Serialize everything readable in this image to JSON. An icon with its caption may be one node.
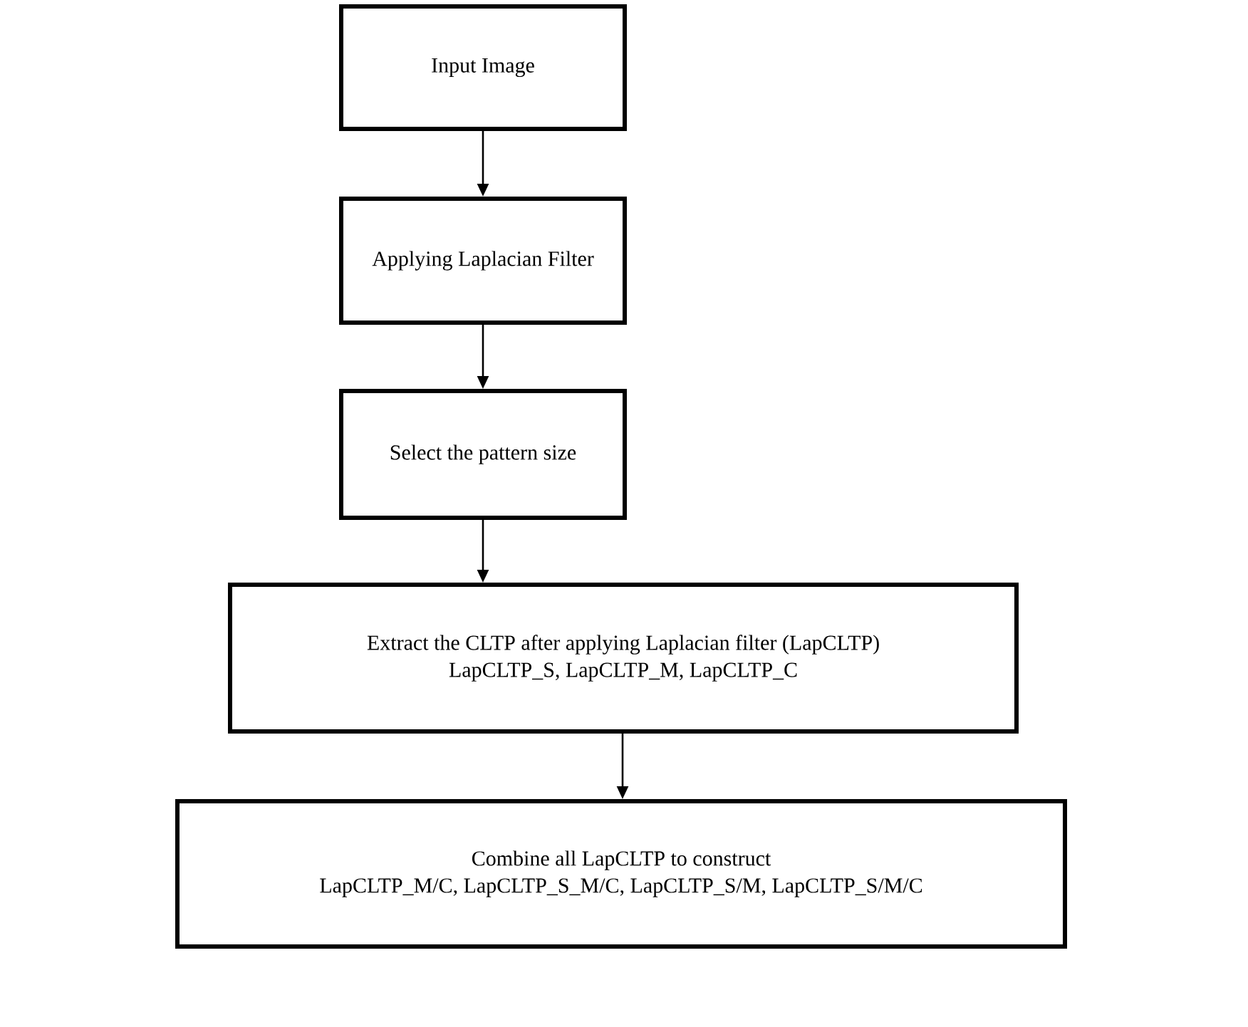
{
  "diagram": {
    "nodes": [
      {
        "text": [
          "Input Image"
        ]
      },
      {
        "text": [
          "Applying Laplacian Filter"
        ]
      },
      {
        "text": [
          "Select the pattern size"
        ]
      },
      {
        "text": [
          "Extract the CLTP after applying Laplacian filter (LapCLTP)",
          "LapCLTP_S, LapCLTP_M, LapCLTP_C"
        ]
      },
      {
        "text": [
          "Combine all LapCLTP to construct",
          "LapCLTP_M/C, LapCLTP_S_M/C, LapCLTP_S/M, LapCLTP_S/M/C"
        ]
      }
    ],
    "edges": [
      {
        "from": 0,
        "to": 1,
        "arrow": "to"
      },
      {
        "from": 1,
        "to": 2,
        "arrow": "to"
      },
      {
        "from": 2,
        "to": 3,
        "arrow": "to"
      },
      {
        "from": 3,
        "to": 4,
        "arrow": "to"
      }
    ]
  }
}
